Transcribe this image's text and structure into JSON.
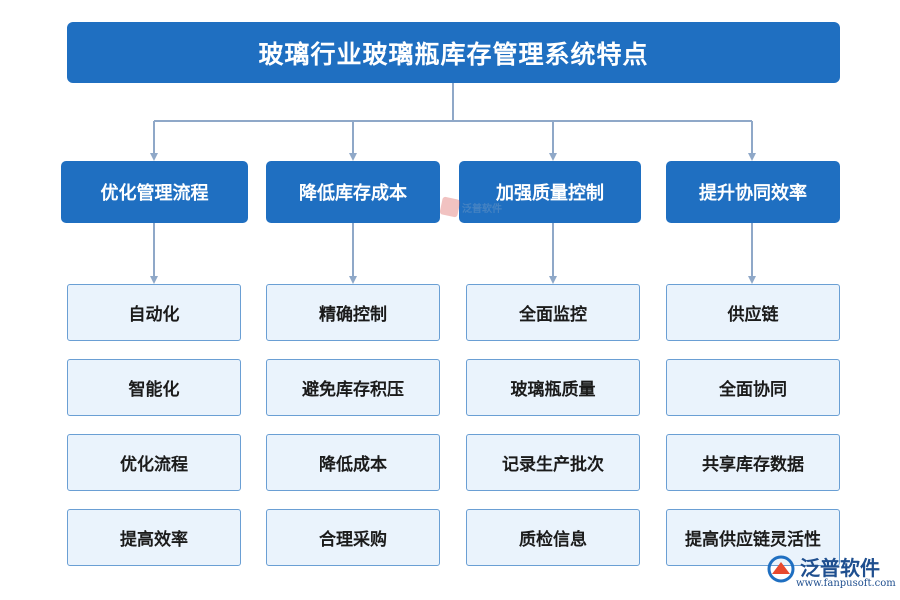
{
  "title": "玻璃行业玻璃瓶库存管理系统特点",
  "categories": [
    {
      "label": "优化管理流程",
      "items": [
        "自动化",
        "智能化",
        "优化流程",
        "提高效率"
      ]
    },
    {
      "label": "降低库存成本",
      "items": [
        "精确控制",
        "避免库存积压",
        "降低成本",
        "合理采购"
      ]
    },
    {
      "label": "加强质量控制",
      "items": [
        "全面监控",
        "玻璃瓶质量",
        "记录生产批次",
        "质检信息"
      ]
    },
    {
      "label": "提升协同效率",
      "items": [
        "供应链",
        "全面协同",
        "共享库存数据",
        "提高供应链灵活性"
      ]
    }
  ],
  "watermark": {
    "text": "泛普软件"
  },
  "brand": {
    "name": "泛普软件",
    "url": "www.fanpusoft.com"
  },
  "colors": {
    "primary": "#1f6fc1",
    "item_bg": "#eaf3fc",
    "item_border": "#6a9fd4",
    "connector": "#8fa8c8"
  }
}
